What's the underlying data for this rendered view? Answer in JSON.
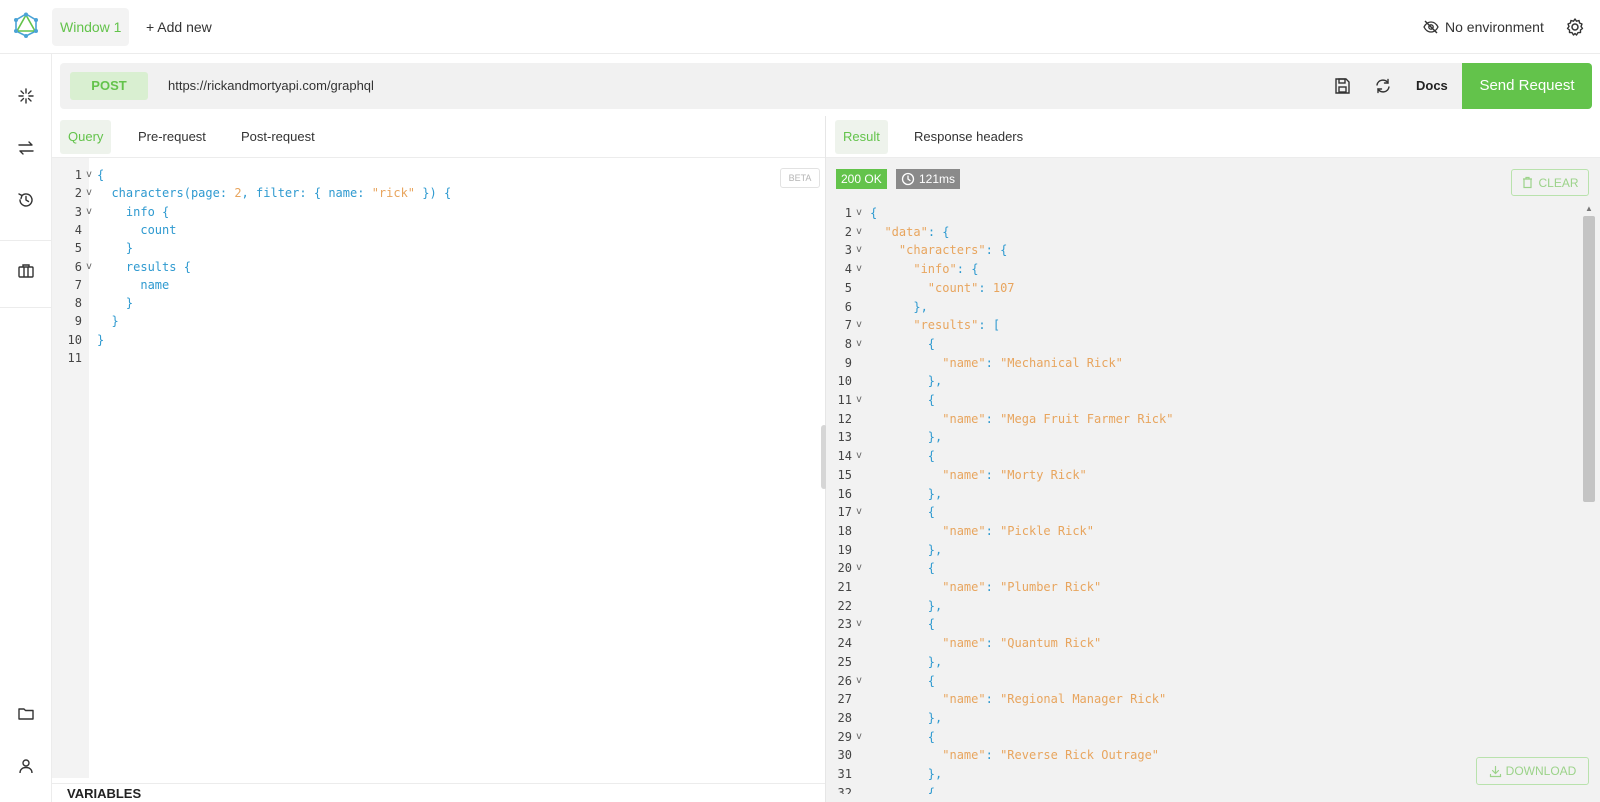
{
  "topbar": {
    "window_tab": "Window 1",
    "add_new": "+ Add new",
    "environment": "No environment"
  },
  "request": {
    "method": "POST",
    "url": "https://rickandmortyapi.com/graphql",
    "docs": "Docs",
    "send": "Send Request"
  },
  "query_tabs": [
    "Query",
    "Pre-request",
    "Post-request"
  ],
  "result_tabs": [
    "Result",
    "Response headers"
  ],
  "beta": "BETA",
  "variables": "VARIABLES",
  "response": {
    "status": "200 OK",
    "time": "121ms",
    "clear": "CLEAR",
    "download": "DOWNLOAD"
  },
  "query_lines": [
    "{",
    "  characters(page: 2, filter: { name: \"rick\" }) {",
    "    info {",
    "      count",
    "    }",
    "    results {",
    "      name",
    "    }",
    "  }",
    "}",
    ""
  ],
  "query_folds": [
    1,
    2,
    3,
    6
  ],
  "result_lines": [
    "{",
    "  \"data\": {",
    "    \"characters\": {",
    "      \"info\": {",
    "        \"count\": 107",
    "      },",
    "      \"results\": [",
    "        {",
    "          \"name\": \"Mechanical Rick\"",
    "        },",
    "        {",
    "          \"name\": \"Mega Fruit Farmer Rick\"",
    "        },",
    "        {",
    "          \"name\": \"Morty Rick\"",
    "        },",
    "        {",
    "          \"name\": \"Pickle Rick\"",
    "        },",
    "        {",
    "          \"name\": \"Plumber Rick\"",
    "        },",
    "        {",
    "          \"name\": \"Quantum Rick\"",
    "        },",
    "        {",
    "          \"name\": \"Regional Manager Rick\"",
    "        },",
    "        {",
    "          \"name\": \"Reverse Rick Outrage\"",
    "        },",
    "        {"
  ],
  "result_folds": [
    1,
    2,
    3,
    4,
    7,
    8,
    11,
    14,
    17,
    20,
    23,
    26,
    29
  ],
  "colors": {
    "accent": "#63c34b",
    "keyword": "#2f9ad0",
    "string": "#e8a55e"
  },
  "icons": {
    "logo": "graphql-logo-icon",
    "environment": "eye-off-icon",
    "settings": "gear-icon",
    "rail": [
      "sparkle-icon",
      "swap-icon",
      "history-icon",
      "briefcase-icon",
      "folder-icon",
      "user-icon"
    ],
    "url_actions": [
      "save-icon",
      "refresh-icon"
    ]
  }
}
